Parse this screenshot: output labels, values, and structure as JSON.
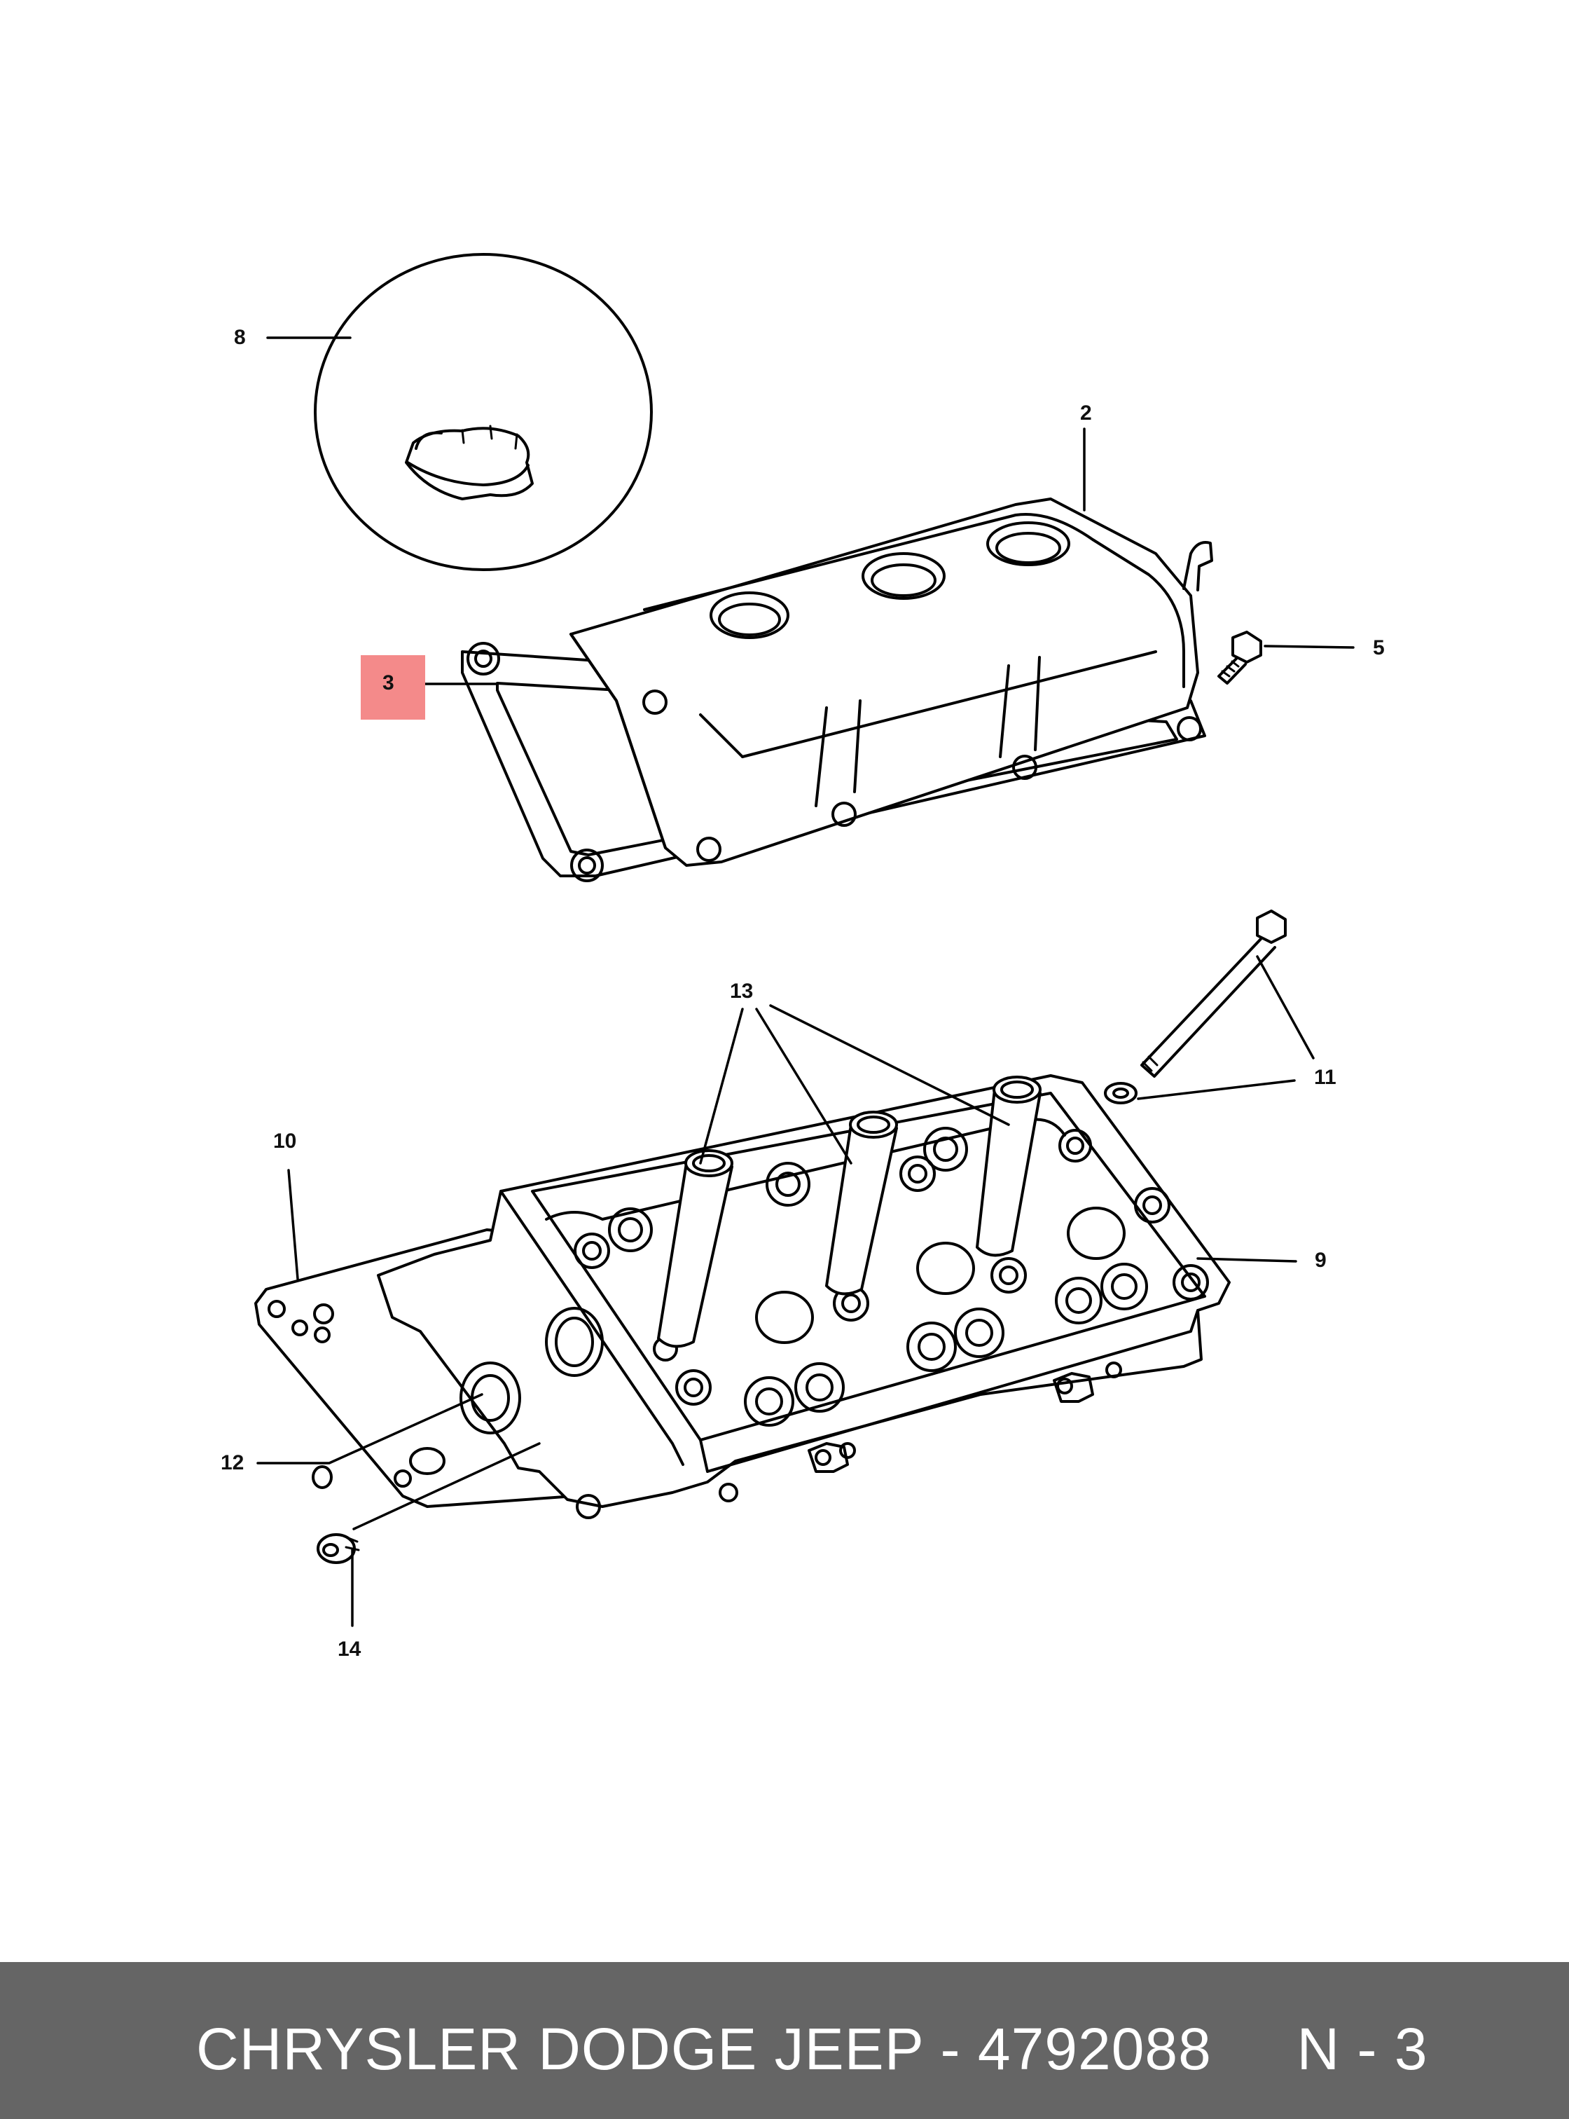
{
  "callouts": {
    "c2": "2",
    "c3": "3",
    "c5": "5",
    "c8": "8",
    "c9": "9",
    "c10": "10",
    "c11": "11",
    "c12": "12",
    "c13": "13",
    "c14": "14"
  },
  "highlight": {
    "callout": "3",
    "color": "#f48a8a"
  },
  "footer": {
    "text": "CHRYSLER DODGE JEEP - 4792088     N - 3",
    "background": "#656565"
  }
}
